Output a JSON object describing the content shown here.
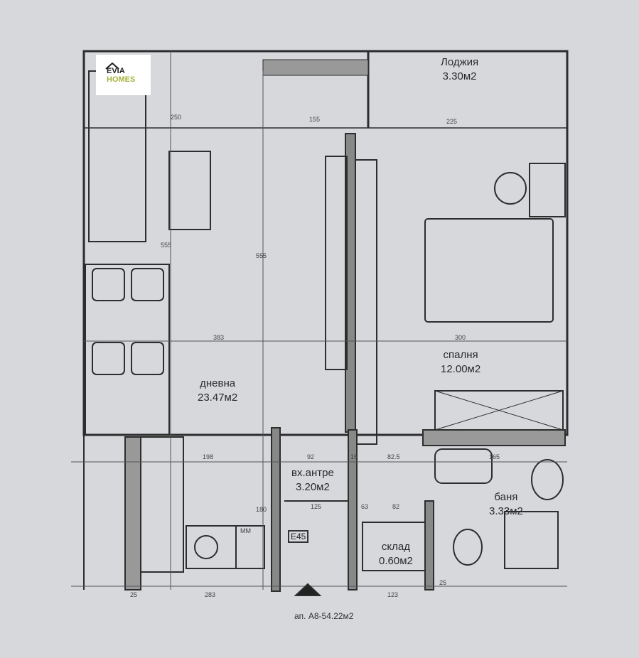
{
  "logo": {
    "line1": "EVIA",
    "line2": "HOMES",
    "accent": "#a8b23a"
  },
  "rooms": [
    {
      "name": "Лоджия",
      "area": "3.30м2"
    },
    {
      "name": "дневна",
      "area": "23.47м2"
    },
    {
      "name": "спалня",
      "area": "12.00м2"
    },
    {
      "name": "вх.антре",
      "area": "3.20м2"
    },
    {
      "name": "баня",
      "area": "3.33м2"
    },
    {
      "name": "склад",
      "area": "0.60м2"
    }
  ],
  "door_tag": "E45",
  "apartment_label": "ап. А8-54.22м2",
  "dimensions": [
    "250",
    "155",
    "225",
    "555",
    "555",
    "383",
    "300",
    "198",
    "92",
    "15",
    "82.5",
    "165",
    "125",
    "63",
    "82",
    "180",
    "283",
    "123",
    "25",
    "25",
    "MM"
  ]
}
